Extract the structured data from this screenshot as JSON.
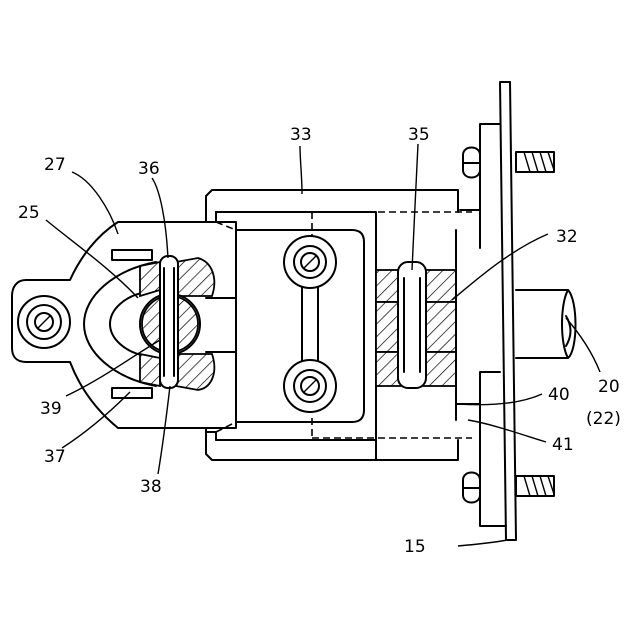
{
  "figure": {
    "labels": {
      "l15": "15",
      "l20": "20",
      "l22": "(22)",
      "l25": "25",
      "l27": "27",
      "l32": "32",
      "l33": "33",
      "l35": "35",
      "l36": "36",
      "l37": "37",
      "l38": "38",
      "l39": "39",
      "l40": "40",
      "l41": "41"
    }
  }
}
